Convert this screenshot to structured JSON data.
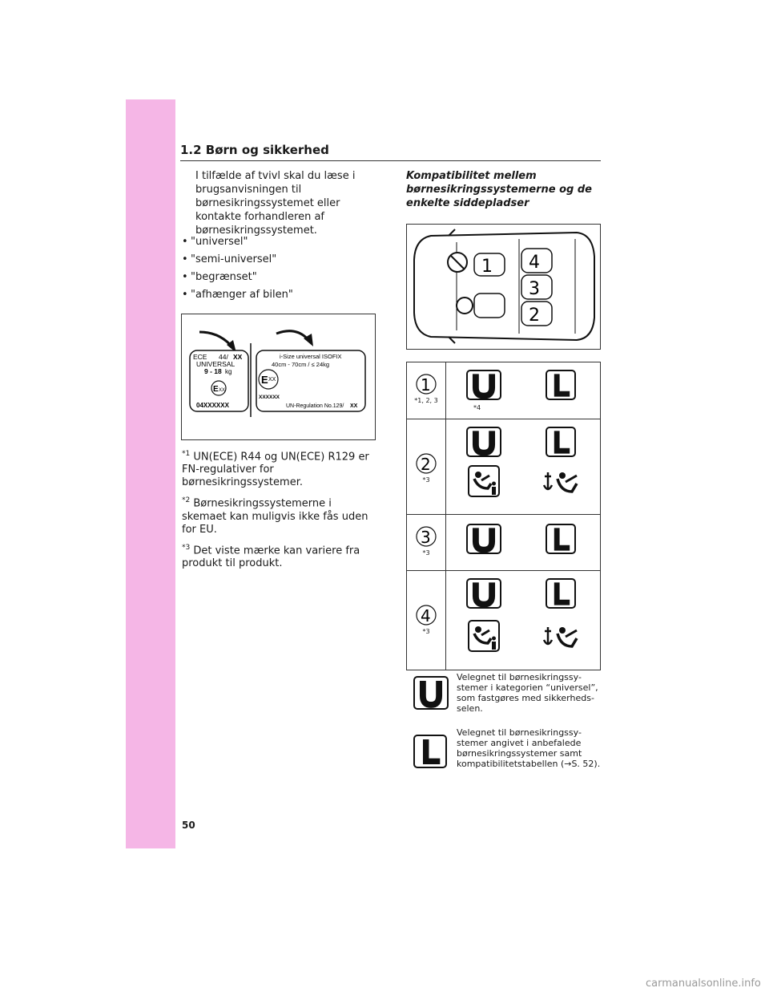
{
  "header": {
    "section": "1.2 Børn og sikkerhed"
  },
  "intro": "I tilfælde af tvivl skal du læse i brugsanvisningen til børnesikringssystemet eller kontakte forhandleren af børnesikringssystemet.",
  "bullets": [
    "\"universel\"",
    "\"semi-universel\"",
    "\"begrænset\"",
    "\"afhænger af bilen\""
  ],
  "bullet_mark": "•",
  "label_figure": {
    "ece_line": "ECE",
    "ece_reg": "44/",
    "ece_xx": "XX",
    "universal": "UNIVERSAL",
    "weight": "9 - 18",
    "weight_unit": "kg",
    "e_mark": "E",
    "e_xx": "XX",
    "approval": "04XXXXXX",
    "isize_title": "i-Size universal ISOFIX",
    "isize_range": "40cm - 70cm / ≤ 24kg",
    "isize_approval": "XXXXXX",
    "un_reg": "UN-Regulation No.129/",
    "un_xx": "XX"
  },
  "footnotes": [
    {
      "mark": "*1",
      "text": "UN(ECE) R44 og UN(ECE) R129 er FN-regulativer for børnesikringssystemer."
    },
    {
      "mark": "*2",
      "text": "Børnesikringssystemerne i skemaet kan muligvis ikke fås uden for EU."
    },
    {
      "mark": "*3",
      "text": "Det viste mærke kan variere fra produkt til produkt."
    }
  ],
  "compat_title": "Kompatibilitet mellem børnesikringssystemerne og de enkelte siddepladser",
  "car_figure": {
    "seats": [
      "1",
      "2",
      "3",
      "4"
    ]
  },
  "seat_table": [
    {
      "seat": "1",
      "note": "*1, 2, 3",
      "u_note": "*4"
    },
    {
      "seat": "2",
      "note": "*3"
    },
    {
      "seat": "3",
      "note": "*3"
    },
    {
      "seat": "4",
      "note": "*3"
    }
  ],
  "legend": [
    {
      "letter": "U",
      "text": "Velegnet til børnesikringssy-stemer i kategorien “universel”, som fastgøres med sikkerheds-selen."
    },
    {
      "letter": "L",
      "text": "Velegnet til børnesikringssy-stemer angivet i anbefalede børnesikringssystemer samt kompatibilitetstabellen (→S. 52)."
    }
  ],
  "page_number": "50",
  "watermark": "carmanualsonline.info",
  "colors": {
    "side_tab": "#f5b6e6"
  }
}
